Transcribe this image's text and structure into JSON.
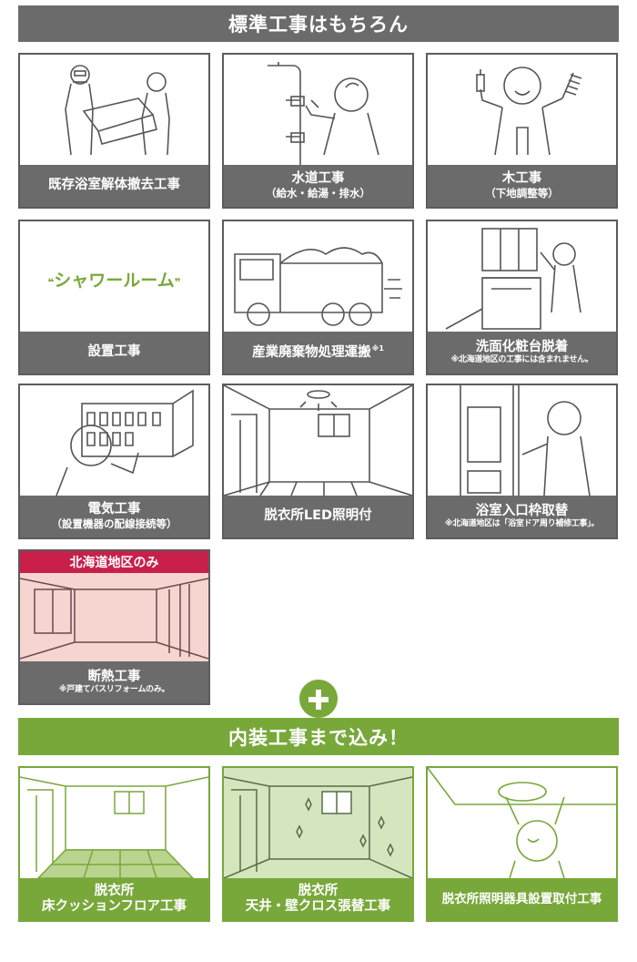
{
  "header": {
    "title": "標準工事はもちろん"
  },
  "cards": [
    {
      "main": "既存浴室解体撤去工事",
      "sub": "",
      "note": ""
    },
    {
      "main": "水道工事",
      "sub": "（給水・給湯・排水）",
      "note": ""
    },
    {
      "main": "木工事",
      "sub": "（下地調整等）",
      "note": ""
    },
    {
      "main": "設置工事",
      "sub": "",
      "note": "",
      "logo": "シャワールーム"
    },
    {
      "main": "産業廃棄物処理運搬",
      "sup": "※1",
      "sub": "",
      "note": ""
    },
    {
      "main": "洗面化粧台脱着",
      "sub": "",
      "note": "※北海道地区の工事には含まれません。"
    },
    {
      "main": "電気工事",
      "sub": "（設置機器の配線接続等）",
      "note": ""
    },
    {
      "main": "脱衣所LED照明付",
      "sub": "",
      "note": ""
    },
    {
      "main": "浴室入口枠取替",
      "sub": "",
      "note": "※北海道地区は「浴室ドア周り補修工事」。"
    },
    {
      "badge": "北海道地区のみ",
      "main": "断熱工事",
      "sub": "",
      "note": "※戸建てバスリフォームのみ。"
    }
  ],
  "extra_header": {
    "title": "内装工事まで込み！"
  },
  "extra_cards": [
    {
      "line1": "脱衣所",
      "line2": "床クッションフロア工事"
    },
    {
      "line1": "脱衣所",
      "line2": "天井・壁クロス張替工事"
    },
    {
      "line1": "脱衣所照明器具設置取付工事",
      "line2": ""
    }
  ],
  "colors": {
    "gray": "#6b6b6b",
    "green": "#78a83a",
    "badge": "#c8204a",
    "pink_bg": "#f6d4d0"
  }
}
